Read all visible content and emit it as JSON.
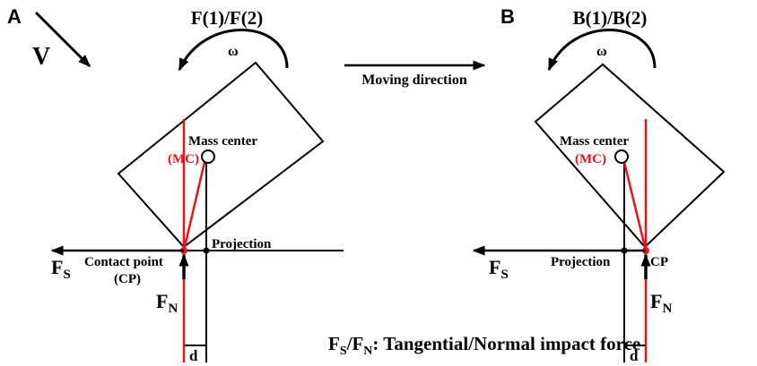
{
  "panels": {
    "a": {
      "letter": "A",
      "title": "F(1)/F(2)",
      "omega": "ω",
      "mass_center": "Mass center",
      "mc": "(MC)",
      "projection": "Projection",
      "contact_point_line1": "Contact point",
      "contact_point_line2": "(CP)",
      "fs_main": "F",
      "fs_sub": "S",
      "fn_main": "F",
      "fn_sub": "N",
      "d": "d"
    },
    "b": {
      "letter": "B",
      "title": "B(1)/B(2)",
      "omega": "ω",
      "mass_center": "Mass center",
      "mc": "(MC)",
      "projection": "Projection",
      "cp": "CP",
      "fs_main": "F",
      "fs_sub": "S",
      "fn_main": "F",
      "fn_sub": "N",
      "d": "d"
    }
  },
  "velocity_label": "V",
  "moving_direction": "Moving direction",
  "legend": {
    "fs_main": "F",
    "fs_sub": "S",
    "slash": "/",
    "fn_main": "F",
    "fn_sub": "N",
    "text": ": Tangential/Normal impact force"
  },
  "colors": {
    "accent": "#e8141b",
    "ink": "#000000"
  }
}
